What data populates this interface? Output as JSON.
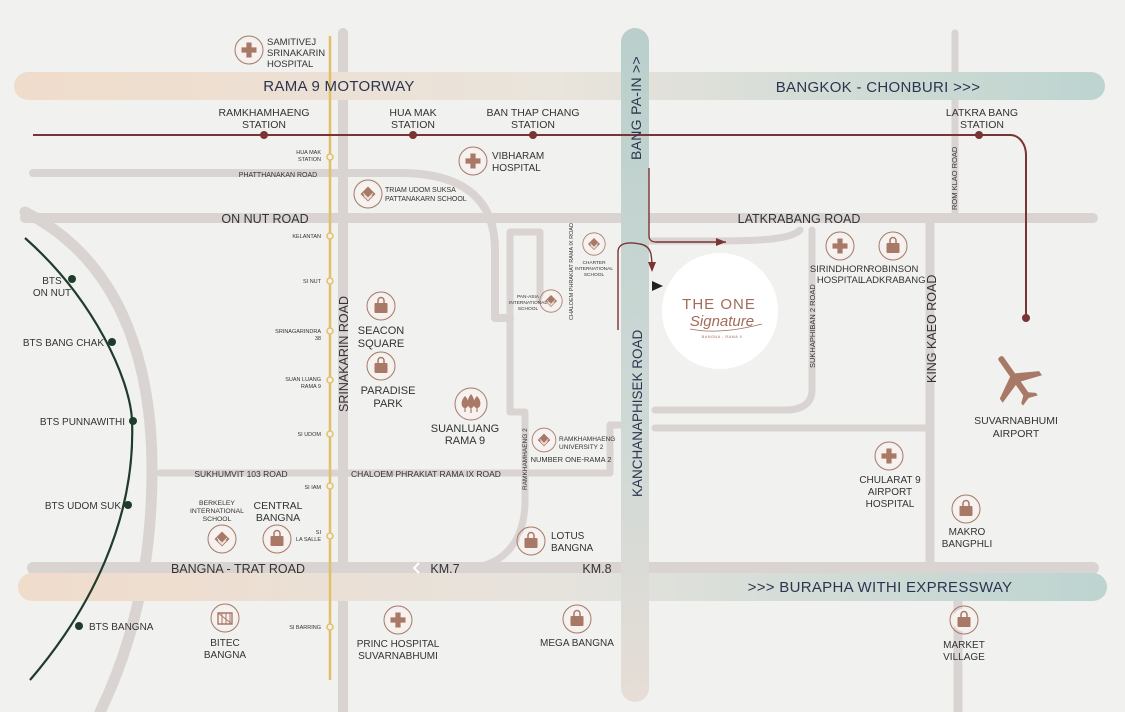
{
  "colors": {
    "background": "#f1f1ef",
    "road": "#d9d3d2",
    "rail_line": "#7a3434",
    "bts_line": "#1f3b2b",
    "yellow_line": "#e2c06a",
    "expressway_left": "#f0dccb",
    "expressway_right": "#bdd4d0",
    "vertical_expressway": "#b9cfcb",
    "icon_fill": "#a87966",
    "text_dark": "#333333",
    "text_navy": "#2c3550",
    "logo_text": "#a26b5a"
  },
  "expressways": {
    "rama9": "RAMA 9 MOTORWAY",
    "bangkok_chonburi": "BANGKOK - CHONBURI >>>",
    "burapha": ">>> BURAPHA WITHI EXPRESSWAY",
    "bang_pa_in": "BANG PA-IN >>"
  },
  "roads": {
    "on_nut": "ON NUT ROAD",
    "latkrabang": "LATKRABANG ROAD",
    "phatthanakan": "PHATTHANAKAN ROAD",
    "srinakarin": "SRINAKARIN ROAD",
    "kanchanaphisek": "KANCHANAPHISEK ROAD",
    "king_kaeo": "KING KAEO ROAD",
    "rom_klao": "ROM KLAO ROAD",
    "sukhaphiban2": "SUKHAPHIBAN 2 ROAD",
    "chaloem_vertical": "CHALOEM PHRAKIAT RAMA IX ROAD",
    "ramkhamhaeng2": "RAMKHAMHAENG 2",
    "sukhumvit103": "SUKHUMVIT 103 ROAD",
    "chaloem_horizontal": "CHALOEM PHRAKIAT RAMA IX ROAD",
    "bangna_trat": "BANGNA - TRAT ROAD",
    "km7": "KM.7",
    "km8": "KM.8",
    "number_one": "NUMBER ONE-RAMA 2"
  },
  "rail_stations": [
    {
      "line1": "RAMKHAMHAENG",
      "line2": "STATION"
    },
    {
      "line1": "HUA MAK",
      "line2": "STATION"
    },
    {
      "line1": "BAN THAP CHANG",
      "line2": "STATION"
    },
    {
      "line1": "LATKRA BANG",
      "line2": "STATION"
    }
  ],
  "yellow_stations": [
    {
      "line1": "HUA MAK",
      "line2": "STATION"
    },
    {
      "line1": "KELANTAN",
      "line2": ""
    },
    {
      "line1": "SI NUT",
      "line2": ""
    },
    {
      "line1": "SRINAGARINDRA",
      "line2": "38"
    },
    {
      "line1": "SUAN LUANG",
      "line2": "RAMA 9"
    },
    {
      "line1": "SI UDOM",
      "line2": ""
    },
    {
      "line1": "SI IAM",
      "line2": ""
    },
    {
      "line1": "SI",
      "line2": "LA SALLE"
    },
    {
      "line1": "SI BARRING",
      "line2": ""
    }
  ],
  "bts_stations": [
    {
      "line1": "BTS",
      "line2": "ON NUT"
    },
    {
      "line1": "BTS BANG CHAK",
      "line2": ""
    },
    {
      "line1": "BTS PUNNAWITHI",
      "line2": ""
    },
    {
      "line1": "BTS UDOM SUK",
      "line2": ""
    },
    {
      "line1": "BTS BANGNA",
      "line2": ""
    }
  ],
  "landmarks": {
    "samitivej": {
      "icon": "hospital-cross-icon",
      "line1": "SAMITIVEJ",
      "line2": "SRINAKARIN",
      "line3": "HOSPITAL"
    },
    "vibharam": {
      "icon": "hospital-cross-icon",
      "line1": "VIBHARAM",
      "line2": "HOSPITAL"
    },
    "triam_udom": {
      "icon": "school-book-icon",
      "line1": "TRIAM UDOM SUKSA",
      "line2": "PATTANAKARN SCHOOL"
    },
    "charter": {
      "icon": "school-book-icon",
      "line1": "CHARTER",
      "line2": "INTERNATIONAL",
      "line3": "SCHOOL"
    },
    "pan_asia": {
      "icon": "school-book-icon",
      "line1": "PAN-ASIA",
      "line2": "INTERNATIONAL",
      "line3": "SCHOOL"
    },
    "seacon": {
      "icon": "shopping-bag-icon",
      "line1": "SEACON",
      "line2": "SQUARE"
    },
    "paradise": {
      "icon": "shopping-bag-icon",
      "line1": "PARADISE",
      "line2": "PARK"
    },
    "suanluang": {
      "icon": "park-trees-icon",
      "line1": "SUANLUANG",
      "line2": "RAMA 9"
    },
    "ramkhamhaeng_univ": {
      "icon": "school-book-icon",
      "line1": "RAMKHAMHAENG",
      "line2": "UNIVERSITY 2"
    },
    "sirindhorn": {
      "icon": "hospital-cross-icon",
      "line1": "SIRINDHORN",
      "line2": "HOSPITAL"
    },
    "robinson": {
      "icon": "shopping-bag-icon",
      "line1": "ROBINSON",
      "line2": "LADKRABANG"
    },
    "suvarnabhumi": {
      "icon": "airplane-icon",
      "line1": "SUVARNABHUMI",
      "line2": "AIRPORT"
    },
    "chularat": {
      "icon": "hospital-cross-icon",
      "line1": "CHULARAT 9",
      "line2": "AIRPORT",
      "line3": "HOSPITAL"
    },
    "makro": {
      "icon": "shopping-bag-icon",
      "line1": "MAKRO",
      "line2": "BANGPHLI"
    },
    "berkeley": {
      "icon": "school-book-icon",
      "line1": "BERKELEY",
      "line2": "INTERNATIONAL",
      "line3": "SCHOOL"
    },
    "central": {
      "icon": "shopping-bag-icon",
      "line1": "CENTRAL",
      "line2": "BANGNA"
    },
    "lotus": {
      "icon": "shopping-bag-icon",
      "line1": "LOTUS",
      "line2": "BANGNA"
    },
    "bitec": {
      "icon": "exhibition-hall-icon",
      "line1": "BITEC",
      "line2": "BANGNA"
    },
    "princ": {
      "icon": "hospital-cross-icon",
      "line1": "PRINC HOSPITAL",
      "line2": "SUVARNABHUMI"
    },
    "mega": {
      "icon": "shopping-bag-icon",
      "line1": "MEGA BANGNA"
    },
    "market_village": {
      "icon": "shopping-bag-icon",
      "line1": "MARKET",
      "line2": "VILLAGE"
    }
  },
  "project": {
    "logo_main": "THE ONE",
    "logo_script": "Signature",
    "logo_sub": "BANGNA - RAMA 9"
  }
}
